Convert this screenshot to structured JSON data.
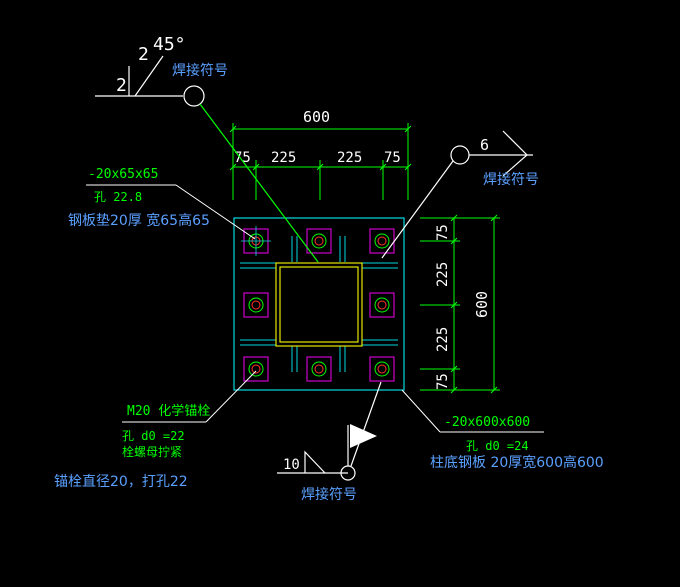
{
  "colors": {
    "background": "#000000",
    "dimension": "#00ff00",
    "note_blue": "#5aa0ff",
    "plate": "#00d8e0",
    "tube": "#e6e600",
    "bolt_box": "#cc00cc",
    "bolt": "#00ff00",
    "leader": "#ffffff"
  },
  "labels": {
    "weld_symbol": "焊接符号",
    "pad_plate": "钢板垫20厚 宽65高65",
    "anchor_bolt": "锚栓直径20，打孔22",
    "base_plate": "柱底钢板 20厚宽600高600"
  },
  "dimensions": {
    "top_total": "600",
    "top_75_left": "75",
    "top_225_left": "225",
    "top_225_right": "225",
    "top_75_right": "75",
    "right_75_top": "75",
    "right_225_top": "225",
    "right_600": "600",
    "right_225_bottom": "225",
    "right_75_bottom": "75"
  },
  "weld_top_left": {
    "leg_2_vertical": "2",
    "leg_2_angle": "2",
    "angle": "45°"
  },
  "weld_top_right": {
    "size": "6"
  },
  "weld_bottom": {
    "size": "10"
  },
  "pad_note": {
    "spec": "-20x65x65",
    "hole": "孔 22.8"
  },
  "anchor_note": {
    "name": "M20 化学锚栓",
    "hole": "孔 d0 =22",
    "extra": "栓螺母拧紧"
  },
  "base_note": {
    "spec": "-20x600x600",
    "hole": "孔 d0 =24"
  }
}
